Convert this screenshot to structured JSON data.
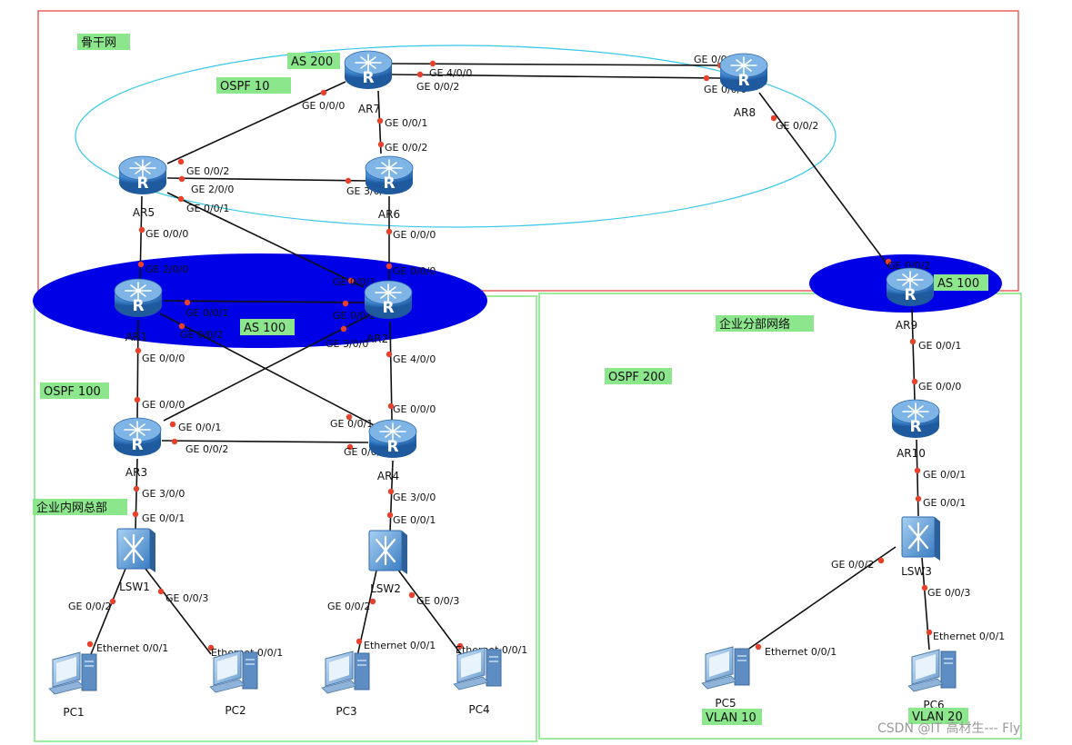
{
  "zones": {
    "backbone": {
      "label": "骨干网",
      "color": "#e53935"
    },
    "hq": {
      "label": "企业内网总部",
      "color": "#7ee37e"
    },
    "branch": {
      "label": "企业分部网络",
      "color": "#7ee37e"
    }
  },
  "area_tags": {
    "as200": "AS 200",
    "ospf10": "OSPF  10",
    "as100_hq": "AS 100",
    "as100_branch": "AS 100",
    "ospf100": "OSPF 100",
    "ospf200": "OSPF 200",
    "vlan10": "VLAN 10",
    "vlan20": "VLAN 20"
  },
  "colors": {
    "tag_bg": "#8ce68c",
    "as_ellipse": "#0000e6",
    "ospf_ring": "#38c8e8",
    "link": "#111111",
    "port_dot": "#e8402a",
    "router_body": "#3b7dc4",
    "switch_body": "#4a8fd4"
  },
  "devices": {
    "ar1": {
      "name": "AR1",
      "kind": "router"
    },
    "ar2": {
      "name": "AR2",
      "kind": "router"
    },
    "ar3": {
      "name": "AR3",
      "kind": "router"
    },
    "ar4": {
      "name": "AR4",
      "kind": "router"
    },
    "ar5": {
      "name": "AR5",
      "kind": "router"
    },
    "ar6": {
      "name": "AR6",
      "kind": "router"
    },
    "ar7": {
      "name": "AR7",
      "kind": "router"
    },
    "ar8": {
      "name": "AR8",
      "kind": "router"
    },
    "ar9": {
      "name": "AR9",
      "kind": "router"
    },
    "ar10": {
      "name": "AR10",
      "kind": "router"
    },
    "lsw1": {
      "name": "LSW1",
      "kind": "switch"
    },
    "lsw2": {
      "name": "LSW2",
      "kind": "switch"
    },
    "lsw3": {
      "name": "LSW3",
      "kind": "switch"
    },
    "pc1": {
      "name": "PC1",
      "kind": "pc"
    },
    "pc2": {
      "name": "PC2",
      "kind": "pc"
    },
    "pc3": {
      "name": "PC3",
      "kind": "pc"
    },
    "pc4": {
      "name": "PC4",
      "kind": "pc"
    },
    "pc5": {
      "name": "PC5",
      "kind": "pc"
    },
    "pc6": {
      "name": "PC6",
      "kind": "pc"
    }
  },
  "links": [
    {
      "from": "ar7",
      "to": "ar8",
      "from_port": "GE 4/0/0",
      "to_port": "GE 0/0/1"
    },
    {
      "from": "ar7",
      "to": "ar8",
      "from_port": "GE 0/0/2",
      "to_port": "GE 0/0/0"
    },
    {
      "from": "ar7",
      "to": "ar5",
      "from_port": "GE 0/0/0",
      "to_port": "GE 0/0/2"
    },
    {
      "from": "ar7",
      "to": "ar6",
      "from_port": "GE 0/0/1",
      "to_port": "GE 0/0/2"
    },
    {
      "from": "ar5",
      "to": "ar6",
      "from_port": "GE 2/0/0",
      "to_port": "GE 3/0/0"
    },
    {
      "from": "ar8",
      "to": "ar9",
      "from_port": "GE 0/0/2",
      "to_port": "GE 0/0/2"
    },
    {
      "from": "ar5",
      "to": "ar1",
      "from_port": "GE 0/0/0",
      "to_port": "GE 2/0/0"
    },
    {
      "from": "ar5",
      "to": "ar2",
      "from_port": "GE 0/0/1",
      "to_port": "GE 0/0/1"
    },
    {
      "from": "ar6",
      "to": "ar2",
      "from_port": "GE 0/0/0",
      "to_port": "GE 0/0/0"
    },
    {
      "from": "ar1",
      "to": "ar2",
      "from_port": "GE 0/0/1",
      "to_port": "GE 0/0/2"
    },
    {
      "from": "ar1",
      "to": "ar3",
      "from_port": "GE 0/0/0",
      "to_port": "GE 0/0/0"
    },
    {
      "from": "ar1",
      "to": "ar4",
      "from_port": "GE 0/0/2",
      "to_port": "GE 0/0/1"
    },
    {
      "from": "ar2",
      "to": "ar3",
      "from_port": "GE 3/0/0",
      "to_port": "GE 0/0/1"
    },
    {
      "from": "ar2",
      "to": "ar4",
      "from_port": "GE 4/0/0",
      "to_port": "GE 0/0/0"
    },
    {
      "from": "ar3",
      "to": "ar4",
      "from_port": "GE 0/0/2",
      "to_port": "GE 0/0/2"
    },
    {
      "from": "ar3",
      "to": "lsw1",
      "from_port": "GE 3/0/0",
      "to_port": "GE 0/0/1"
    },
    {
      "from": "ar4",
      "to": "lsw2",
      "from_port": "GE 3/0/0",
      "to_port": "GE 0/0/1"
    },
    {
      "from": "lsw1",
      "to": "pc1",
      "from_port": "GE 0/0/2",
      "to_port": "Ethernet 0/0/1"
    },
    {
      "from": "lsw1",
      "to": "pc2",
      "from_port": "GE 0/0/3",
      "to_port": "Ethernet 0/0/1"
    },
    {
      "from": "lsw2",
      "to": "pc3",
      "from_port": "GE 0/0/2",
      "to_port": "Ethernet 0/0/1"
    },
    {
      "from": "lsw2",
      "to": "pc4",
      "from_port": "GE 0/0/3",
      "to_port": "Ethernet 0/0/1"
    },
    {
      "from": "ar9",
      "to": "ar10",
      "from_port": "GE 0/0/1",
      "to_port": "GE 0/0/0"
    },
    {
      "from": "ar10",
      "to": "lsw3",
      "from_port": "GE 0/0/1",
      "to_port": "GE 0/0/1"
    },
    {
      "from": "lsw3",
      "to": "pc5",
      "from_port": "GE 0/0/2",
      "to_port": "Ethernet 0/0/1"
    },
    {
      "from": "lsw3",
      "to": "pc6",
      "from_port": "GE 0/0/3",
      "to_port": "Ethernet 0/0/1"
    }
  ],
  "watermark": "CSDN @IT 高材生--- Fly"
}
